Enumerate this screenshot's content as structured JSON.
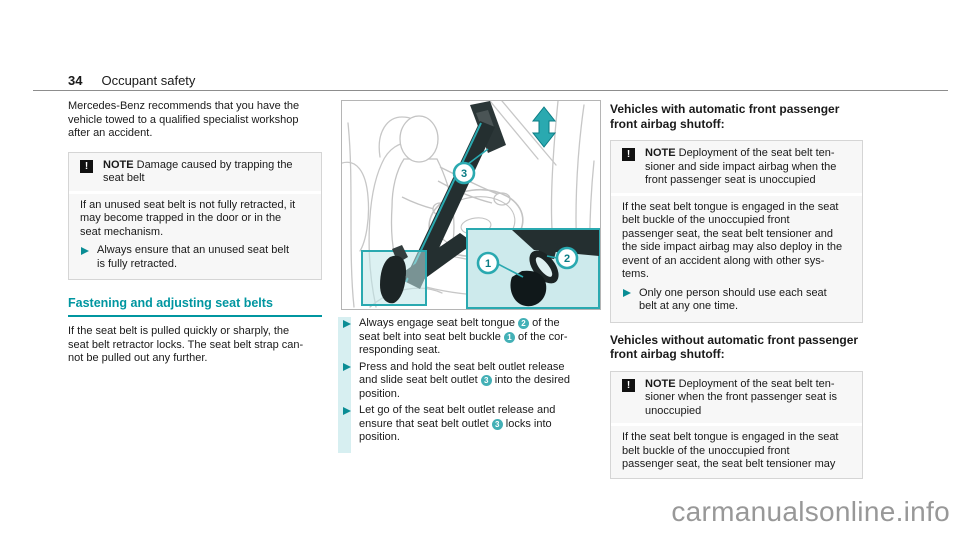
{
  "header": {
    "page_number": "34",
    "section_title": "Occupant safety"
  },
  "left_column": {
    "intro": "Mercedes-Benz recommends that you have the\nvehicle towed to a qualified specialist workshop\nafter an accident.",
    "note": {
      "icon": "!",
      "label": "NOTE",
      "title": " Damage caused by trapping the\nseat belt",
      "body": "If an unused seat belt is not fully retracted, it\nmay become trapped in the door or in the\nseat mechanism.",
      "bullet": "Always ensure that an unused seat belt\nis fully retracted."
    },
    "section_heading": "Fastening and adjusting seat belts",
    "paragraph": "If the seat belt is pulled quickly or sharply, the\nseat belt retractor locks. The seat belt strap can-\nnot be pulled out any further."
  },
  "figure": {
    "description": "Driver with fastened seat belt, adjustable belt outlet and buckle inset",
    "callouts": {
      "c1": "1",
      "c2": "2",
      "c3": "3"
    }
  },
  "middle_column": {
    "bullets": [
      {
        "pre": "Always engage seat belt tongue ",
        "num1": "2",
        "mid": " of the\nseat belt into seat belt buckle ",
        "num2": "1",
        "post": " of the cor-\nresponding seat."
      },
      {
        "pre": "Press and hold the seat belt outlet release\nand slide seat belt outlet ",
        "num1": "3",
        "post": " into the desired\nposition."
      },
      {
        "pre": "Let go of the seat belt outlet release and\nensure that seat belt outlet ",
        "num1": "3",
        "post": " locks into\nposition."
      }
    ]
  },
  "right_column": {
    "heading_with": "Vehicles with automatic front passenger\nfront airbag shutoff:",
    "note_with": {
      "icon": "!",
      "label": "NOTE",
      "title": " Deployment of the seat belt ten-\nsioner and side impact airbag when the\nfront passenger seat is unoccupied",
      "body": "If the seat belt tongue is engaged in the seat\nbelt buckle of the unoccupied front\npassenger seat, the seat belt tensioner and\nthe side impact airbag may also deploy in the\nevent of an accident along with other sys-\ntems.",
      "bullet": "Only one person should use each seat\nbelt at any one time."
    },
    "heading_without": "Vehicles without automatic front passenger\nfront airbag shutoff:",
    "note_without": {
      "icon": "!",
      "label": "NOTE",
      "title": " Deployment of the seat belt ten-\nsioner when the front passenger seat is\nunoccupied",
      "body": "If the seat belt tongue is engaged in the seat\nbelt buckle of the unoccupied front\npassenger seat, the seat belt tensioner may"
    }
  },
  "watermark": "carmanualsonline.info",
  "colors": {
    "accent_teal": "#0096a0",
    "badge_teal": "#43b0b6",
    "illustration_teal": "#2aa9b0",
    "inset_background": "#cdeaec",
    "note_background": "#f7f7f7",
    "watermark_gray": "#989898"
  }
}
